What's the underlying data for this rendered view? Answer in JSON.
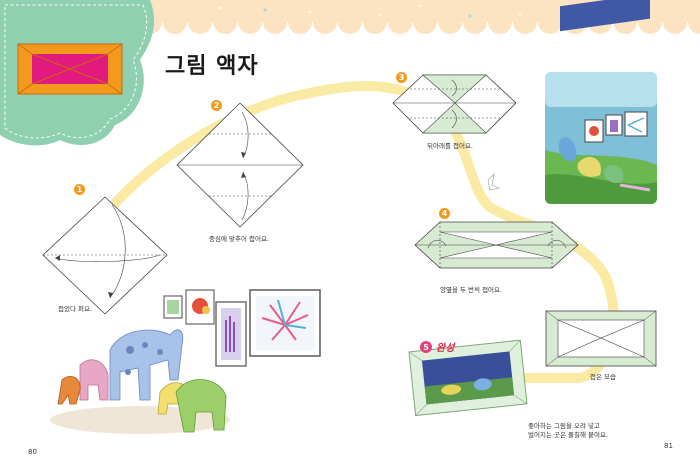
{
  "title": "그림 액자",
  "steps": [
    {
      "num": "1",
      "caption": "접었다 펴요."
    },
    {
      "num": "2",
      "caption": "중심에 맞추어 접어요."
    },
    {
      "num": "3",
      "caption": "뒤아래를 접어요."
    },
    {
      "num": "4",
      "caption": "양옆을 두 번씩 접어요."
    },
    {
      "num": "5",
      "label": "완성",
      "caption_line1": "좋아하는 그림을 오려 넣고",
      "caption_line2": "벌어지는 곳은 풀칠해 붙여요."
    }
  ],
  "folded_caption": "접은 모습",
  "page_left": "80",
  "page_right": "81",
  "colors": {
    "scallop": "#fce3c1",
    "green_blob": "#8fd0b0",
    "path": "#fbeaa3",
    "paper_green": "#d7ebd2",
    "frame_orange": "#f39a1e",
    "frame_pink": "#e21a7d"
  }
}
